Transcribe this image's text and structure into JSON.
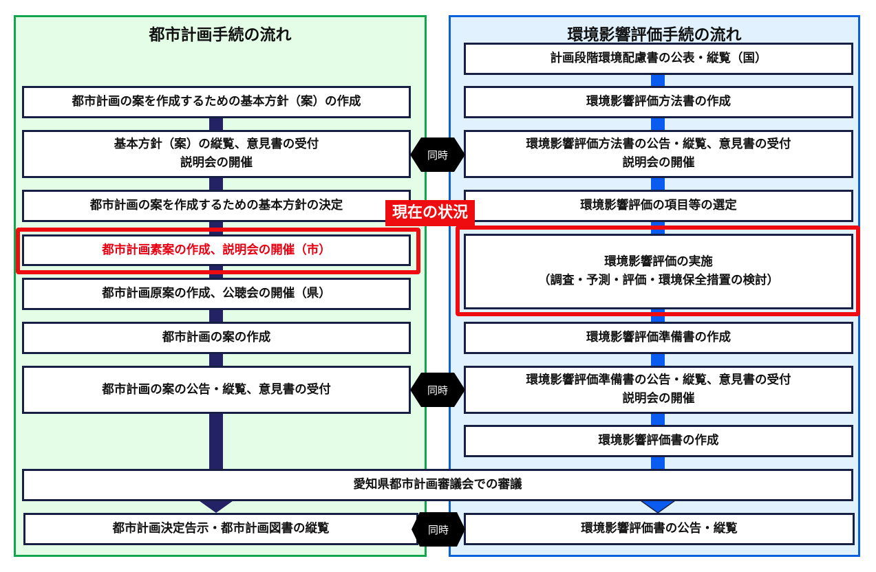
{
  "left_flow": {
    "title": "都市計画手続の流れ",
    "steps": [
      {
        "lines": [
          "都市計画の案を作成するための基本方針（案）の作成"
        ]
      },
      {
        "lines": [
          "基本方針（案）の縦覧、意見書の受付",
          "説明会の開催"
        ]
      },
      {
        "lines": [
          "都市計画の案を作成するための基本方針の決定"
        ]
      },
      {
        "lines": [
          "都市計画素案の作成、説明会の開催（市）"
        ],
        "current": true
      },
      {
        "lines": [
          "都市計画原案の作成、公聴会の開催（県）"
        ]
      },
      {
        "lines": [
          "都市計画の案の作成"
        ]
      },
      {
        "lines": [
          "都市計画の案の公告・縦覧、意見書の受付"
        ]
      }
    ],
    "final": "都市計画決定告示・都市計画図書の縦覧"
  },
  "right_flow": {
    "title": "環境影響評価手続の流れ",
    "steps": [
      {
        "lines": [
          "計画段階環境配慮書の公表・縦覧（国）"
        ]
      },
      {
        "lines": [
          "環境影響評価方法書の作成"
        ]
      },
      {
        "lines": [
          "環境影響評価方法書の公告・縦覧、意見書の受付",
          "説明会の開催"
        ]
      },
      {
        "lines": [
          "環境影響評価の項目等の選定"
        ]
      },
      {
        "lines": [
          "環境影響評価の実施",
          "（調査・予測・評価・環境保全措置の検討）"
        ],
        "current": true
      },
      {
        "lines": [
          "環境影響評価準備書の作成"
        ]
      },
      {
        "lines": [
          "環境影響評価準備書の公告・縦覧、意見書の受付",
          "説明会の開催"
        ]
      },
      {
        "lines": [
          "環境影響評価書の作成"
        ]
      }
    ],
    "final": "環境影響評価書の公告・縦覧"
  },
  "shared_step": "愛知県都市計画審議会での審議",
  "current_status_label": "現在の状況",
  "simultaneous_label": "同時",
  "colors": {
    "left_panel_border": "#13a44e",
    "left_panel_bg": "#e3fde6",
    "right_panel_border": "#0b5fd8",
    "right_panel_bg": "#e1f2fe",
    "left_connector": "#232265",
    "right_connector": "#0a5cf0",
    "highlight": "#ee0c10"
  }
}
